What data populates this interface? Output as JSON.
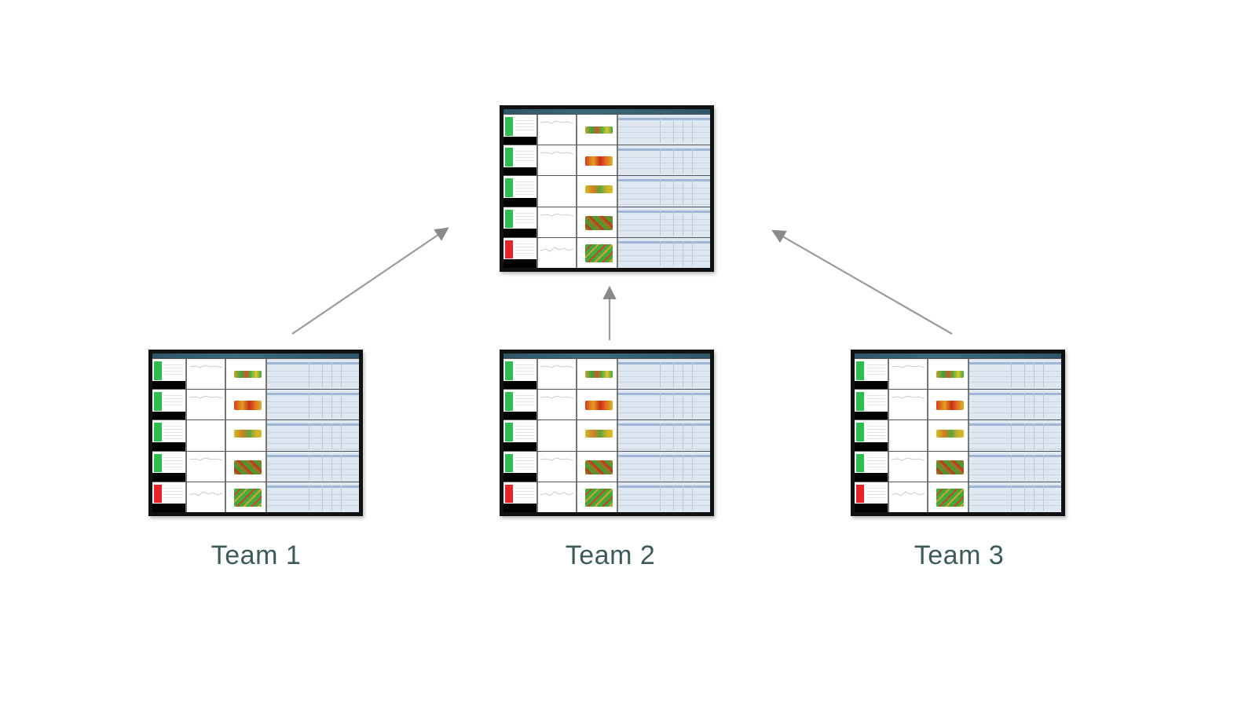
{
  "diagram": {
    "aggregate": {
      "name": "aggregate-dashboard",
      "rows": [
        "green",
        "green",
        "green",
        "green",
        "red"
      ]
    },
    "teams": [
      {
        "label": "Team 1",
        "rows": [
          "green",
          "green",
          "green",
          "green",
          "red"
        ]
      },
      {
        "label": "Team 2",
        "rows": [
          "green",
          "green",
          "green",
          "green",
          "red"
        ]
      },
      {
        "label": "Team 3",
        "rows": [
          "green",
          "green",
          "green",
          "green",
          "red"
        ]
      }
    ],
    "colors": {
      "status_green": "#2ebd4e",
      "status_red": "#e8232a",
      "header": "#2e5566",
      "label": "#3d5a5a",
      "arrow": "#8a8a8a"
    },
    "arrows": [
      {
        "from": "Team 1",
        "to": "aggregate-dashboard"
      },
      {
        "from": "Team 2",
        "to": "aggregate-dashboard"
      },
      {
        "from": "Team 3",
        "to": "aggregate-dashboard"
      }
    ]
  }
}
